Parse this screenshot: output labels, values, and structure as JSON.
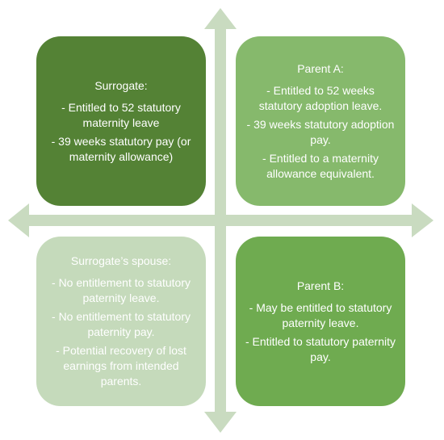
{
  "colors": {
    "arrow": "#c9dbc0",
    "surrogate": "#548235",
    "parent_a": "#86b96c",
    "spouse": "#c5dabb",
    "parent_b": "#6fab50"
  },
  "quadrants": {
    "surrogate": {
      "title": "Surrogate:",
      "lines": [
        "- Entitled to 52 statutory maternity leave",
        "- 39 weeks statutory pay (or maternity allowance)"
      ]
    },
    "parent_a": {
      "title": "Parent A:",
      "lines": [
        "- Entitled to 52 weeks statutory adoption leave.",
        "- 39 weeks statutory adoption pay.",
        "- Entitled to a maternity allowance equivalent."
      ]
    },
    "spouse": {
      "title": "Surrogate’s spouse:",
      "lines": [
        "- No entitlement to statutory paternity leave.",
        "- No entitlement to statutory paternity pay.",
        "- Potential recovery of lost earnings from intended parents."
      ]
    },
    "parent_b": {
      "title": "Parent B:",
      "lines": [
        "- May be entitled to statutory paternity leave.",
        "- Entitled to statutory paternity pay."
      ]
    }
  }
}
